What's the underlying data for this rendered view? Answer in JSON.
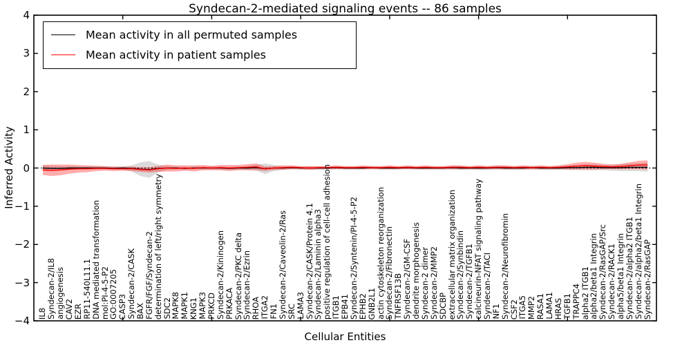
{
  "chart_data": {
    "type": "line",
    "title": "Syndecan-2-mediated signaling events -- 86 samples",
    "xlabel": "Cellular Entities",
    "ylabel": "Inferred Activity",
    "ylim": [
      -4,
      4
    ],
    "ytick_values": [
      4,
      3,
      2,
      1,
      0,
      -1,
      -2,
      -3,
      -4
    ],
    "ytick_labels": [
      "4",
      "3",
      "2",
      "1",
      "0",
      "−1",
      "−2",
      "−3",
      "−4"
    ],
    "grid": false,
    "legend_position": "upper left",
    "zero_line_style": "dotted",
    "categories": [
      "IL8",
      "Syndecan-2/IL8",
      "angiogenesis",
      "CAV2",
      "EZR",
      "RP11-540L11.1",
      "DNA mediated transformation",
      "mol:PI-4-5-P2",
      "GO:0007205",
      "CASP3",
      "Syndecan-2/CASK",
      "BAX",
      "FGFR/FGF/Syndecan-2",
      "determination of left/right symmetry",
      "SDC2",
      "MAPK8",
      "MAPK1",
      "KNG1",
      "MAPK3",
      "PRKCD",
      "Syndecan-2/Kininogen",
      "PRKACA",
      "Syndecan-2/PKC delta",
      "Syndecan-2/Ezrin",
      "RHOA",
      "ITGA2",
      "FN1",
      "Syndecan-2/Caveolin-2/Ras",
      "SRC",
      "LAMA3",
      "Syndecan-2/CASK/Protein 4.1",
      "Syndecan-2/Laminin alpha3",
      "positive regulation of cell-cell adhesion",
      "ITGB1",
      "EPB41",
      "Syndecan-2/Syntenin/PI-4-5-P2",
      "EPHB2",
      "GNB2L1",
      "actin cytoskeleton reorganization",
      "Syndecan-2/Fibronectin",
      "TNFRSF13B",
      "Syndecan-2/GM-CSF",
      "dendrite morphogenesis",
      "Syndecan-2 dimer",
      "Syndecan-2/MMP2",
      "SDCBP",
      "extracellular matrix organization",
      "Syndecan-2/Synbindin",
      "Syndecan-2/TGFB1",
      "calcineurin-NFAT signaling pathway",
      "Syndecan-2/TACI",
      "NF1",
      "Syndecan-2/Neurofibromin",
      "CSF2",
      "ITGA5",
      "MMP2",
      "RASA1",
      "LAMA1",
      "HRAS",
      "TGFB1",
      "TRAPPC4",
      "alpha2 ITGB1",
      "alpha2/beta1 Integrin",
      "Syndecan-2/RasGAP/Src",
      "Syndecan-2/RACK1",
      "alpha5/beta1 Integrin",
      "Syndecan-2/alpha2 ITGB1",
      "Syndecan-2/alpha2/beta1 Integrin",
      "Syndecan-2/RasGAP"
    ],
    "series": [
      {
        "name": "Mean activity in all permuted samples",
        "color": "#000000",
        "band_color": "#999999",
        "band_opacity": 0.35,
        "values": [
          0.0,
          -0.01,
          -0.01,
          0.0,
          0.0,
          0.0,
          0.0,
          0.0,
          -0.01,
          0.0,
          -0.01,
          -0.03,
          -0.04,
          -0.01,
          0.0,
          0.0,
          -0.01,
          0.0,
          0.0,
          0.0,
          0.0,
          -0.01,
          0.0,
          0.0,
          0.01,
          -0.02,
          0.0,
          0.0,
          0.01,
          0.0,
          0.0,
          0.0,
          0.0,
          0.01,
          0.0,
          0.0,
          0.0,
          0.01,
          0.0,
          0.0,
          0.0,
          0.01,
          0.0,
          0.0,
          0.0,
          0.0,
          0.01,
          0.0,
          0.0,
          0.0,
          0.0,
          0.01,
          0.0,
          0.0,
          0.0,
          0.01,
          0.0,
          0.0,
          0.0,
          0.01,
          0.01,
          0.02,
          0.02,
          0.01,
          0.01,
          0.01,
          0.02,
          0.02,
          0.02
        ],
        "band": [
          0.08,
          0.07,
          0.06,
          0.05,
          0.04,
          0.04,
          0.04,
          0.04,
          0.04,
          0.05,
          0.08,
          0.18,
          0.22,
          0.1,
          0.05,
          0.04,
          0.04,
          0.04,
          0.04,
          0.04,
          0.04,
          0.04,
          0.04,
          0.05,
          0.08,
          0.14,
          0.08,
          0.04,
          0.04,
          0.04,
          0.04,
          0.04,
          0.04,
          0.04,
          0.04,
          0.04,
          0.04,
          0.04,
          0.04,
          0.04,
          0.04,
          0.04,
          0.04,
          0.04,
          0.04,
          0.04,
          0.05,
          0.05,
          0.04,
          0.05,
          0.05,
          0.05,
          0.05,
          0.05,
          0.05,
          0.05,
          0.05,
          0.05,
          0.05,
          0.06,
          0.07,
          0.08,
          0.08,
          0.07,
          0.08,
          0.09,
          0.1,
          0.1,
          0.12
        ]
      },
      {
        "name": "Mean activity in patient samples",
        "color": "#ff0000",
        "band_color": "#ff0000",
        "band_opacity": 0.32,
        "values": [
          -0.05,
          -0.06,
          -0.05,
          -0.03,
          -0.02,
          -0.02,
          -0.01,
          -0.01,
          -0.02,
          -0.02,
          -0.02,
          -0.04,
          -0.05,
          -0.02,
          0.0,
          -0.01,
          0.0,
          -0.01,
          0.01,
          0.0,
          0.01,
          0.0,
          0.01,
          0.02,
          0.03,
          -0.02,
          0.0,
          0.01,
          0.02,
          0.01,
          0.0,
          0.01,
          0.01,
          0.02,
          0.01,
          0.01,
          0.02,
          0.01,
          0.01,
          0.02,
          0.01,
          0.02,
          0.01,
          0.02,
          0.01,
          0.01,
          0.02,
          0.02,
          0.01,
          0.02,
          0.01,
          0.02,
          0.02,
          0.01,
          0.02,
          0.01,
          0.02,
          0.01,
          0.02,
          0.03,
          0.05,
          0.06,
          0.05,
          0.04,
          0.03,
          0.04,
          0.06,
          0.08,
          0.08
        ],
        "band": [
          0.13,
          0.15,
          0.14,
          0.12,
          0.1,
          0.09,
          0.07,
          0.06,
          0.06,
          0.05,
          0.06,
          0.06,
          0.07,
          0.08,
          0.09,
          0.08,
          0.07,
          0.08,
          0.07,
          0.06,
          0.07,
          0.08,
          0.07,
          0.08,
          0.09,
          0.06,
          0.05,
          0.06,
          0.05,
          0.04,
          0.05,
          0.04,
          0.04,
          0.05,
          0.04,
          0.04,
          0.05,
          0.04,
          0.04,
          0.05,
          0.04,
          0.05,
          0.04,
          0.05,
          0.04,
          0.04,
          0.05,
          0.05,
          0.04,
          0.05,
          0.04,
          0.05,
          0.05,
          0.04,
          0.05,
          0.04,
          0.05,
          0.04,
          0.05,
          0.07,
          0.09,
          0.1,
          0.09,
          0.07,
          0.06,
          0.07,
          0.09,
          0.11,
          0.12
        ]
      }
    ]
  }
}
